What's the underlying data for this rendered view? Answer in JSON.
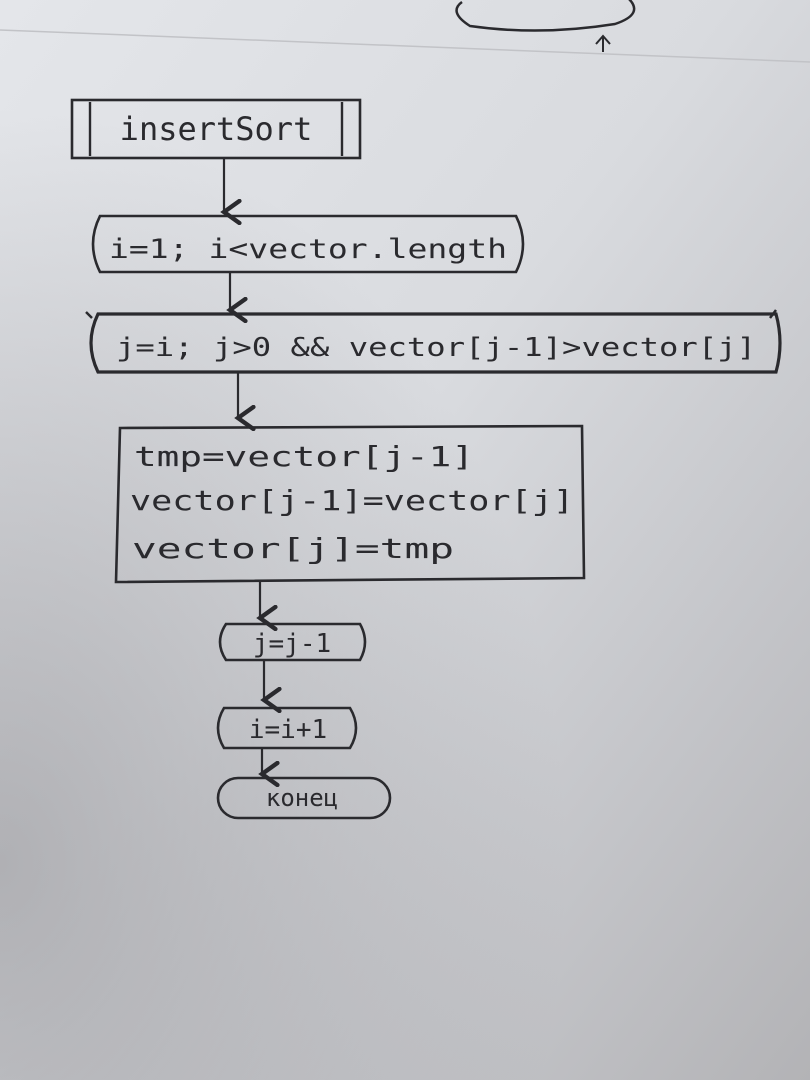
{
  "flowchart": {
    "top_terminal_label": "",
    "start_label": "insertSort",
    "outer_loop_label": "i=1; i<vector.length",
    "inner_loop_label": "j=i; j>0 && vector[j-1]>vector[j]",
    "process_lines": [
      "tmp=vector[j-1]",
      "vector[j-1]=vector[j]",
      "vector[j]=tmp"
    ],
    "decrement_label": "j=j-1",
    "increment_label": "i=i+1",
    "end_label": "конец"
  }
}
